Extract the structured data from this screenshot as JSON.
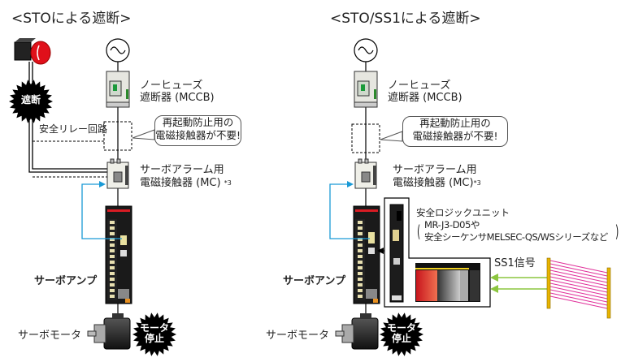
{
  "left_diagram": {
    "title": "<STOによる遮断>",
    "emergency_stop": "emergency-stop-button",
    "cutoff_badge": "遮断",
    "safety_relay_label": "安全リレー回路",
    "mccb_label_line1": "ノーヒューズ",
    "mccb_label_line2": "遮断器 (MCCB)",
    "callout_line1": "再起動防止用の",
    "callout_line2": "電磁接触器が不要!",
    "mc_label_line1": "サーボアラーム用",
    "mc_label_line2": "電磁接触器 (MC)",
    "mc_footnote": "*3",
    "amp_label": "サーボアンプ",
    "motor_label": "サーボモータ",
    "motor_stop_line1": "モータ",
    "motor_stop_line2": "停止"
  },
  "right_diagram": {
    "title": "<STO/SS1による遮断>",
    "mccb_label_line1": "ノーヒューズ",
    "mccb_label_line2": "遮断器 (MCCB)",
    "callout_line1": "再起動防止用の",
    "callout_line2": "電磁接触器が不要!",
    "mc_label_line1": "サーボアラーム用",
    "mc_label_line2": "電磁接触器 (MC)",
    "mc_footnote": "*3",
    "safety_unit_title": "安全ロジックユニット",
    "safety_unit_line1": "MR-J3-D05や",
    "safety_unit_line2": "安全シーケンサMELSEC-QS/WSシリーズなど",
    "ss1_signal_label": "SS1信号",
    "amp_label": "サーボアンプ",
    "motor_label": "サーボモータ",
    "motor_stop_line1": "モータ",
    "motor_stop_line2": "停止"
  },
  "colors": {
    "signal_blue": "#1a9ad6",
    "signal_green": "#8cc63f",
    "estop_red": "#e0101a",
    "light_curtain_beam": "#e0309a",
    "light_curtain_post": "#e8b400"
  }
}
